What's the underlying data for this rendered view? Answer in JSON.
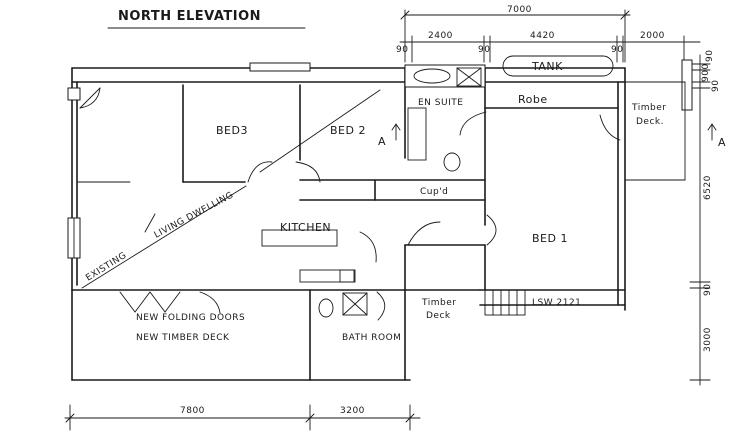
{
  "title": "NORTH ELEVATION",
  "rooms": {
    "bed3": "BED3",
    "bed2": "BED 2",
    "ensuite": "EN SUITE",
    "robe": "Robe",
    "timber_deck_east_1": "Timber",
    "timber_deck_east_2": "Deck.",
    "kitchen": "KITCHEN",
    "living_dwelling": "LIVING DWELLING",
    "existing": "EXISTING",
    "cupd": "Cup'd",
    "bed1": "BED 1",
    "new_folding_doors": "NEW FOLDING DOORS",
    "new_timber_deck": "NEW TIMBER DECK",
    "bathroom": "BATH ROOM",
    "timber_deck_2_1": "Timber",
    "timber_deck_2_2": "Deck",
    "tank": "TANK",
    "lsw": "LSW 2121"
  },
  "section_marker": "A",
  "dimensions": {
    "top_total": "7000",
    "top_seg1": "2400",
    "top_seg2": "4420",
    "top_seg3": "2000",
    "top_90_a": "90",
    "top_90_b": "90",
    "top_90_c": "90",
    "right_90_a": "90",
    "right_900": "900",
    "right_90_b": "90",
    "right_6520": "6520",
    "right_90_c": "90",
    "right_3000": "3000",
    "bottom_7800": "7800",
    "bottom_3200": "3200"
  }
}
